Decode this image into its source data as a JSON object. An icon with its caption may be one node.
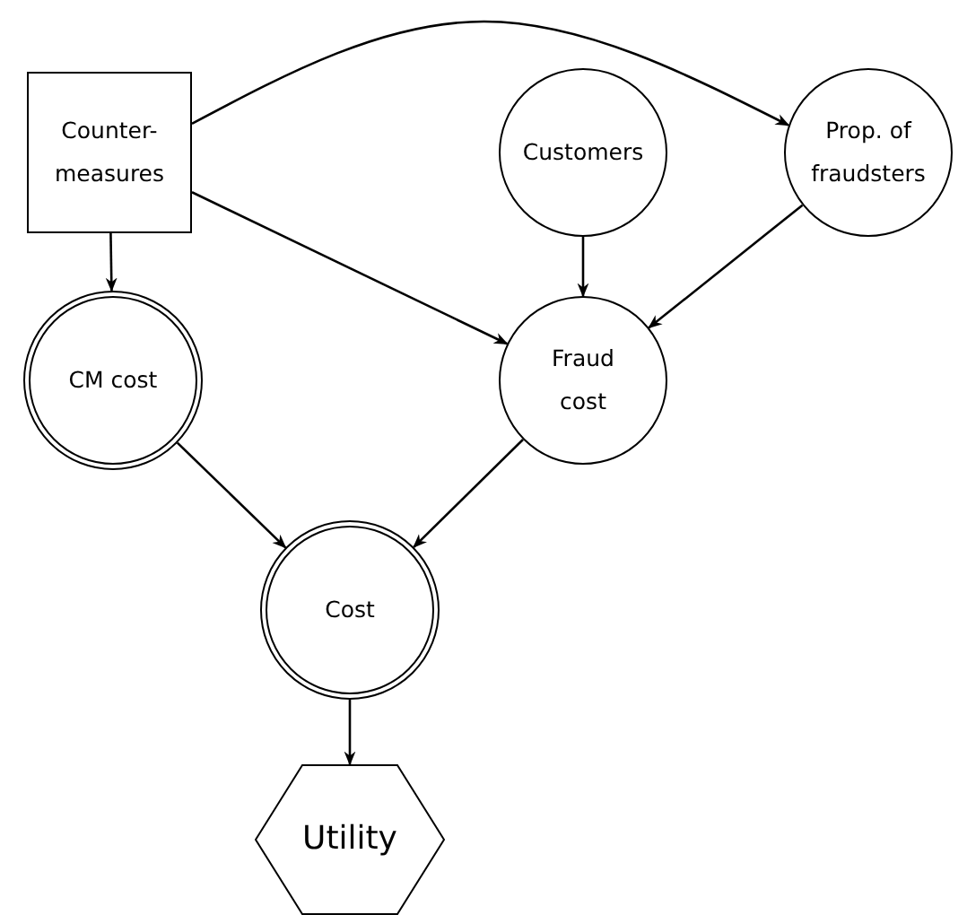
{
  "diagram": {
    "nodes": [
      {
        "text": [
          "Counter-measures"
        ]
      },
      {
        "text": [
          "Customers"
        ]
      },
      {
        "text": [
          "Prop. of fraudsters"
        ]
      },
      {
        "text": [
          "CM cost"
        ]
      },
      {
        "text": [
          "Fraud cost"
        ]
      },
      {
        "text": [
          "Cost"
        ]
      },
      {
        "text": [
          "Utility"
        ]
      }
    ],
    "edges": [
      {
        "from": 0,
        "to": 2,
        "arrow": "to"
      },
      {
        "from": 0,
        "to": 4,
        "arrow": "to"
      },
      {
        "from": 0,
        "to": 3,
        "arrow": "to"
      },
      {
        "from": 1,
        "to": 4,
        "arrow": "to"
      },
      {
        "from": 2,
        "to": 4,
        "arrow": "to"
      },
      {
        "from": 3,
        "to": 5,
        "arrow": "to"
      },
      {
        "from": 4,
        "to": 5,
        "arrow": "to"
      },
      {
        "from": 5,
        "to": 6,
        "arrow": "to"
      }
    ]
  }
}
